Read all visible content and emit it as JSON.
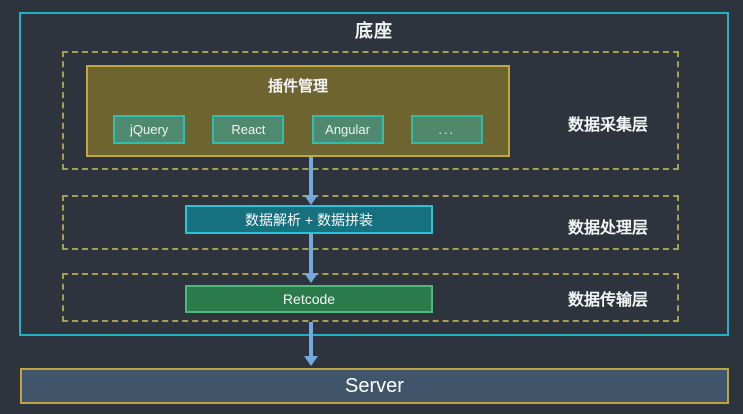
{
  "title": "底座",
  "plugin_panel": {
    "title": "插件管理",
    "plugins": [
      {
        "label": "jQuery"
      },
      {
        "label": "React"
      },
      {
        "label": "Angular"
      },
      {
        "label": "..."
      }
    ]
  },
  "layers": [
    {
      "label": "数据采集层"
    },
    {
      "label": "数据处理层"
    },
    {
      "label": "数据传输层"
    }
  ],
  "boxes": {
    "processing": "数据解析 + 数据拼装",
    "transport": "Retcode"
  },
  "server": {
    "label": "Server"
  },
  "colors": {
    "background": "#2e343d",
    "outer_border": "#1fb2c3",
    "dashed_border": "#ac9c4e",
    "panel_fill": "#6d642f",
    "panel_border": "#c0a93f",
    "plugin_fill": "#4f8a70",
    "plugin_border": "#2fbfae",
    "processing_fill": "#16707e",
    "processing_border": "#2cc2d8",
    "transport_fill": "#2b7a4b",
    "transport_border": "#4fb87b",
    "arrow": "#74a9dd",
    "server_fill": "#41556a",
    "server_border": "#c0a23e",
    "text": "#f2f4f6"
  }
}
